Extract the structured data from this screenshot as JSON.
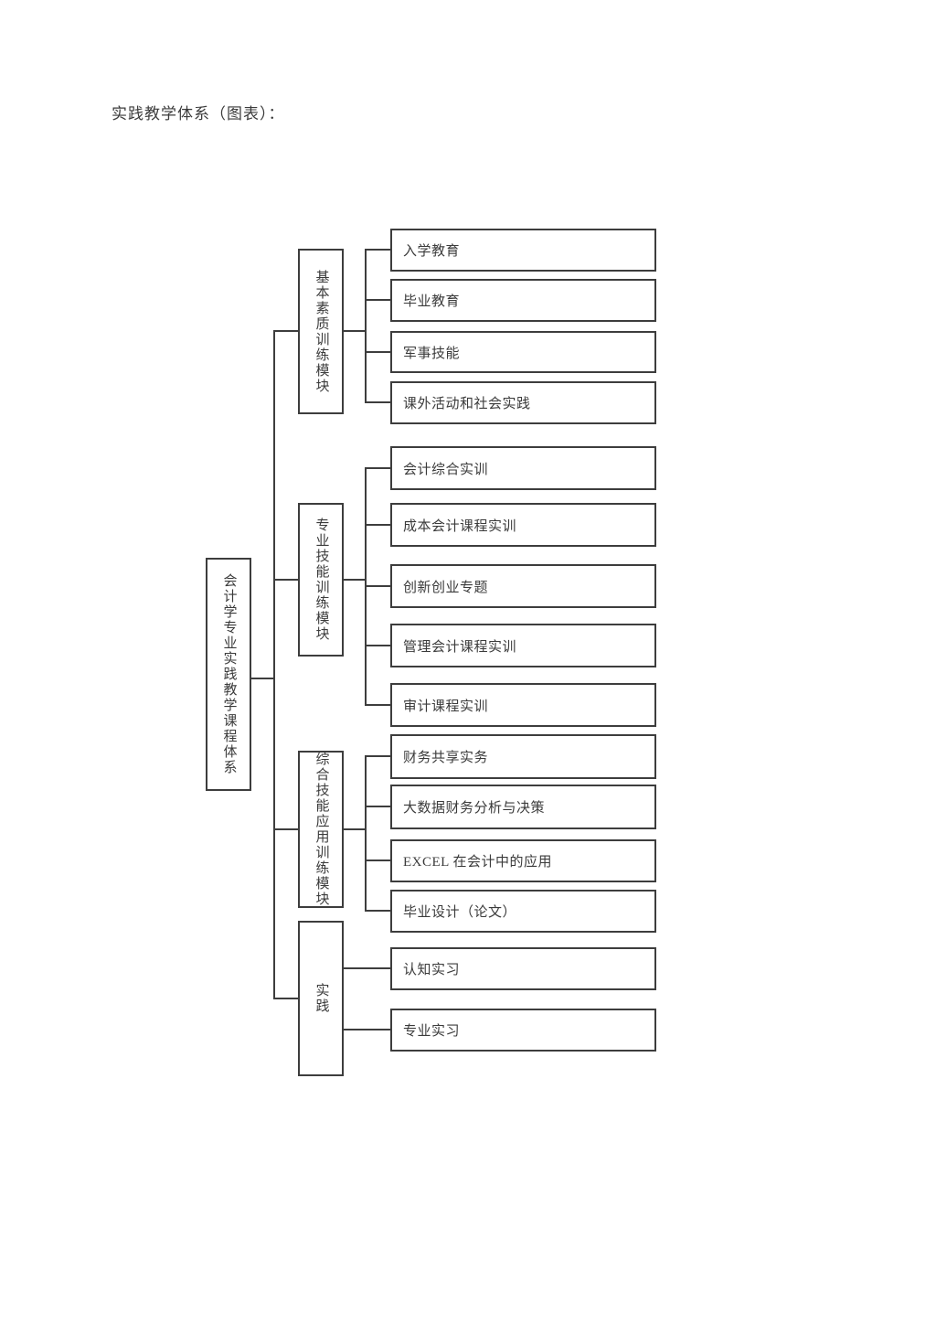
{
  "title": "实践教学体系（图表）：",
  "tree": {
    "root": {
      "label": "会计学专业实践教学课程体系"
    },
    "modules": [
      {
        "label": "基本素质训练模块",
        "children": [
          "入学教育",
          "毕业教育",
          "军事技能",
          "课外活动和社会实践"
        ]
      },
      {
        "label": "专业技能训练模块",
        "children": [
          "会计综合实训",
          "成本会计课程实训",
          "创新创业专题",
          "管理会计课程实训",
          "审计课程实训"
        ]
      },
      {
        "label": "综合技能应用训练模块",
        "children": [
          "财务共享实务",
          "大数据财务分析与决策",
          "EXCEL 在会计中的应用",
          "毕业设计（论文）"
        ]
      },
      {
        "label": "实践",
        "children": [
          "认知实习",
          "专业实习"
        ]
      }
    ]
  },
  "colors": {
    "background": "#ffffff",
    "line": "#3d3d3d",
    "text": "#3b3b3b"
  }
}
